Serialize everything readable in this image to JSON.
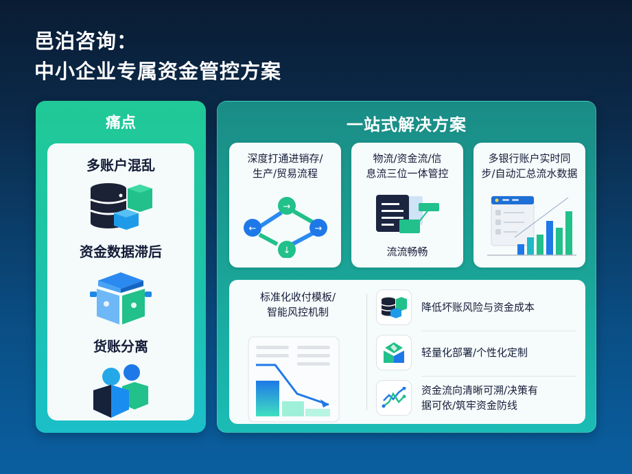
{
  "header": {
    "title_line1": "邑泊咨询：",
    "title_line2": "中小企业专属资金管控方案"
  },
  "pain_points": {
    "title": "痛点",
    "items": [
      {
        "label": "多账户混乱",
        "icon": "database-cubes-icon"
      },
      {
        "label": "资金数据滞后",
        "icon": "box-icon"
      },
      {
        "label": "货账分离",
        "icon": "people-icon"
      }
    ]
  },
  "solution": {
    "title": "一站式解决方案",
    "cards": [
      {
        "title": "深度打通进销存/生产/贸易流程",
        "title_line1": "深度打通进销存/",
        "title_line2": "生产/贸易流程",
        "icon": "cycle-arrows-icon"
      },
      {
        "title_line1": "物流/资金流/信",
        "title_line2": "息流三位一体管控",
        "subtitle": "流流畅畅",
        "icon": "document-flow-icon"
      },
      {
        "title_line1": "多银行账户实时同",
        "title_line2": "步/自动汇总流水数据",
        "icon": "dashboard-chart-icon"
      }
    ],
    "bottom": {
      "title_line1": "标准化收付模板/",
      "title_line2": "智能风控机制",
      "icon": "declining-chart-icon",
      "benefits": [
        {
          "text": "降低坏账风险与资金成本",
          "icon": "database-cubes-icon"
        },
        {
          "text": "轻量化部署/个性化定制",
          "icon": "deploy-box-icon"
        },
        {
          "text_line1": "资金流向清晰可溯/决策有",
          "text_line2": "据可依/筑牢资金防线",
          "icon": "trend-lines-icon"
        }
      ]
    }
  },
  "colors": {
    "green": "#20c997",
    "teal": "#1bbfc7",
    "blue": "#1e88e5",
    "navy": "#141c38"
  }
}
